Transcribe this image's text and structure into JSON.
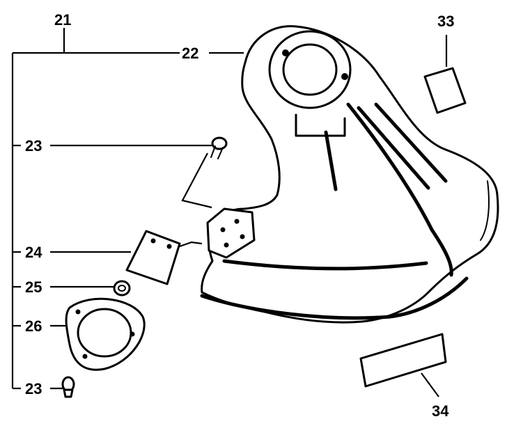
{
  "labels": {
    "l21": "21",
    "l22": "22",
    "l23a": "23",
    "l23b": "23",
    "l24": "24",
    "l25": "25",
    "l26": "26",
    "l33": "33",
    "l34": "34"
  },
  "colors": {
    "ink": "#000000",
    "background": "#ffffff"
  }
}
